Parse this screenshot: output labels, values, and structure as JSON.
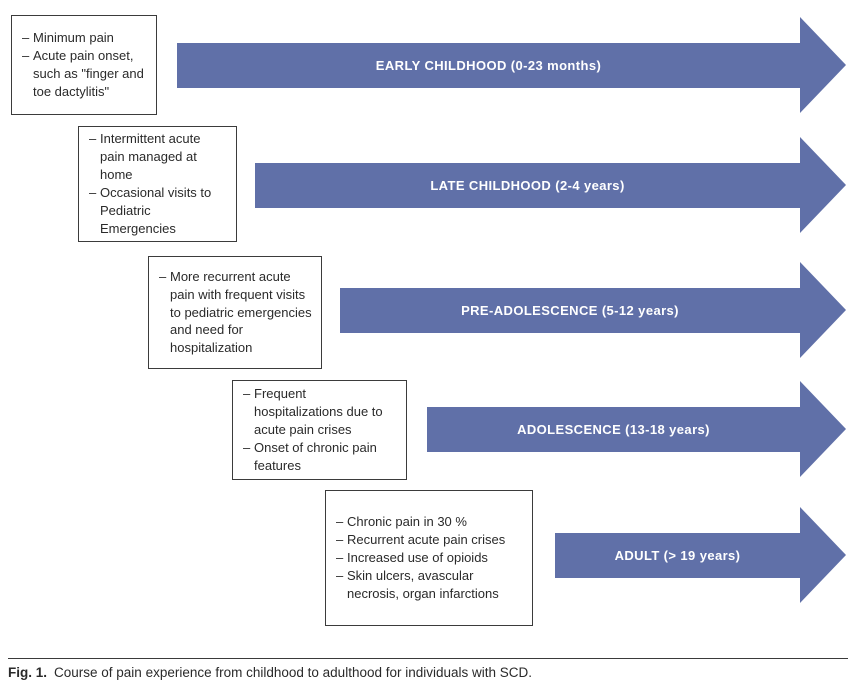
{
  "figure": {
    "caption": {
      "fig_label": "Fig. 1.",
      "text": "Course of pain experience from childhood to adulthood for individuals with SCD."
    },
    "colors": {
      "arrow_fill": "#6070a8",
      "arrow_text": "#ffffff",
      "box_border": "#3b3b3b"
    },
    "stages": [
      {
        "arrow_label": "EARLY CHILDHOOD (0-23 months)",
        "box_lines": [
          "Minimum pain",
          "Acute pain onset, such as \"finger and toe dactylitis\""
        ]
      },
      {
        "arrow_label": "LATE CHILDHOOD (2-4 years)",
        "box_lines": [
          "Intermittent acute pain managed at home",
          "Occasional visits to Pediatric Emergencies"
        ]
      },
      {
        "arrow_label": "PRE-ADOLESCENCE (5-12 years)",
        "box_lines": [
          "More recurrent acute pain with frequent visits to pediatric emergencies and need for hospitalization"
        ]
      },
      {
        "arrow_label": "ADOLESCENCE (13-18 years)",
        "box_lines": [
          "Frequent hospitalizations due to acute pain crises",
          "Onset of chronic pain features"
        ]
      },
      {
        "arrow_label": "ADULT (> 19 years)",
        "box_lines": [
          "Chronic pain in 30 %",
          "Recurrent acute pain crises",
          "Increased use of opioids",
          "Skin ulcers, avascular necrosis, organ infarctions"
        ]
      }
    ]
  }
}
